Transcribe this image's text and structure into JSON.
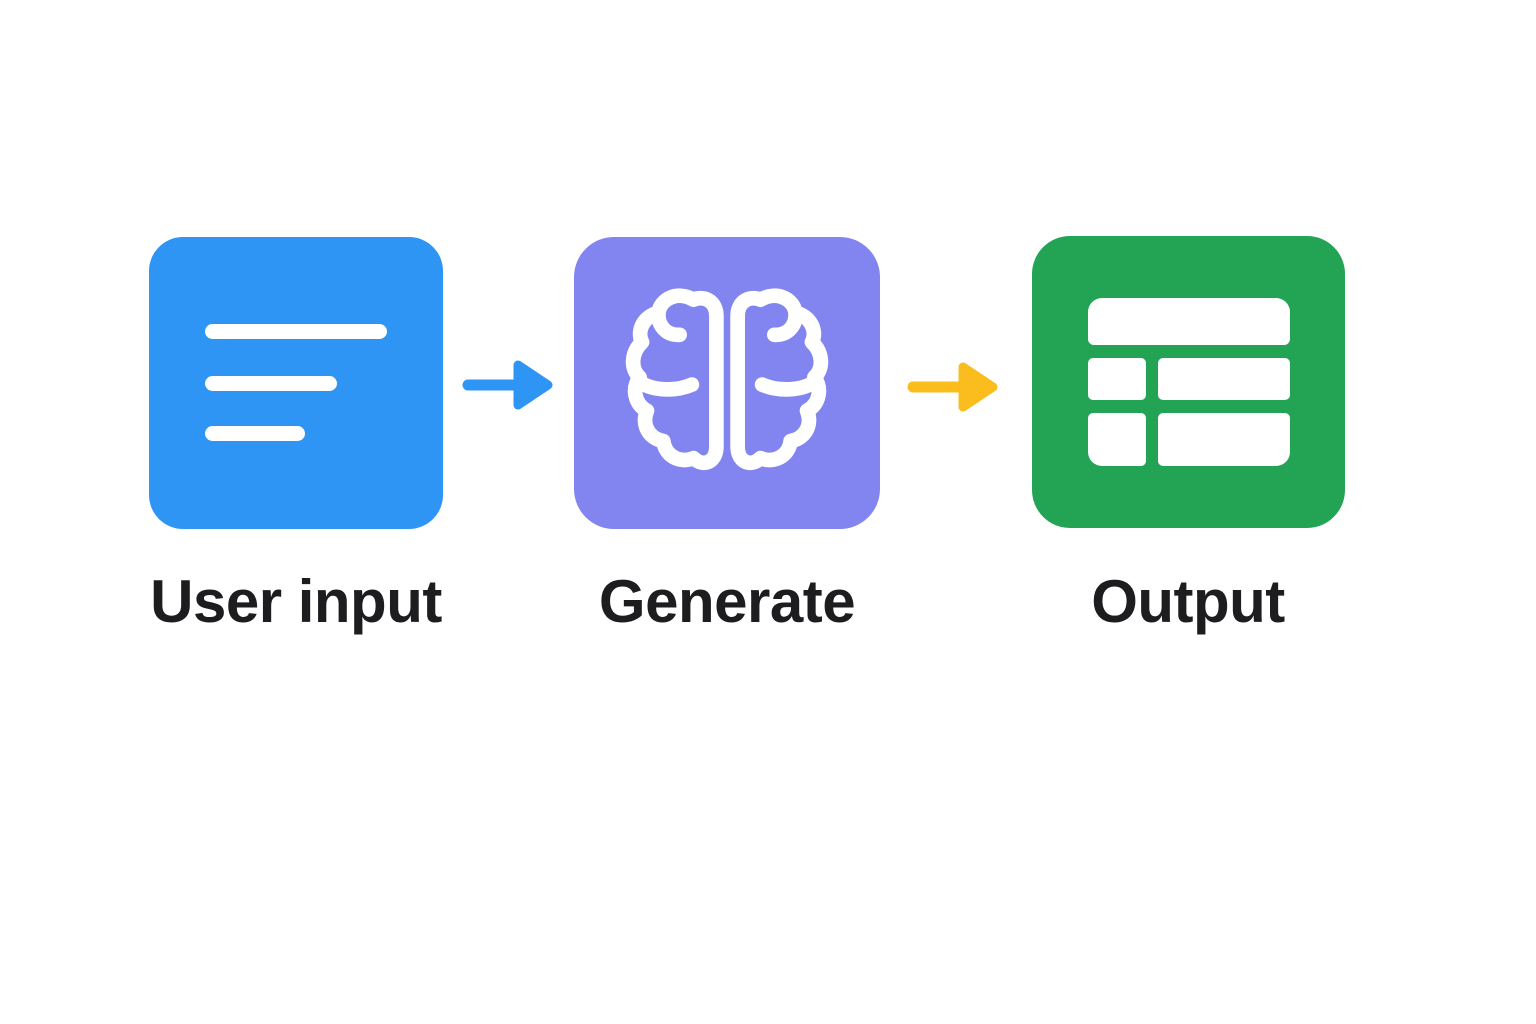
{
  "page": {
    "background": "#FFFFFF",
    "label_color": "#1D1D1F"
  },
  "flow": {
    "nodes": [
      {
        "label": "User input",
        "icon": "text-lines-icon",
        "color": "#2E95F4",
        "icon_color": "#FFFFFF"
      },
      {
        "label": "Generate",
        "icon": "brain-icon",
        "color": "#8285EF",
        "icon_color": "#FFFFFF"
      },
      {
        "label": "Output",
        "icon": "table-icon",
        "color": "#23A455",
        "icon_color": "#FFFFFF"
      }
    ],
    "arrows": [
      {
        "name": "arrow-user-input-to-generate",
        "direction": "right",
        "color": "#2E95F4"
      },
      {
        "name": "arrow-generate-to-output",
        "direction": "right",
        "color": "#FBBC1E"
      }
    ]
  }
}
